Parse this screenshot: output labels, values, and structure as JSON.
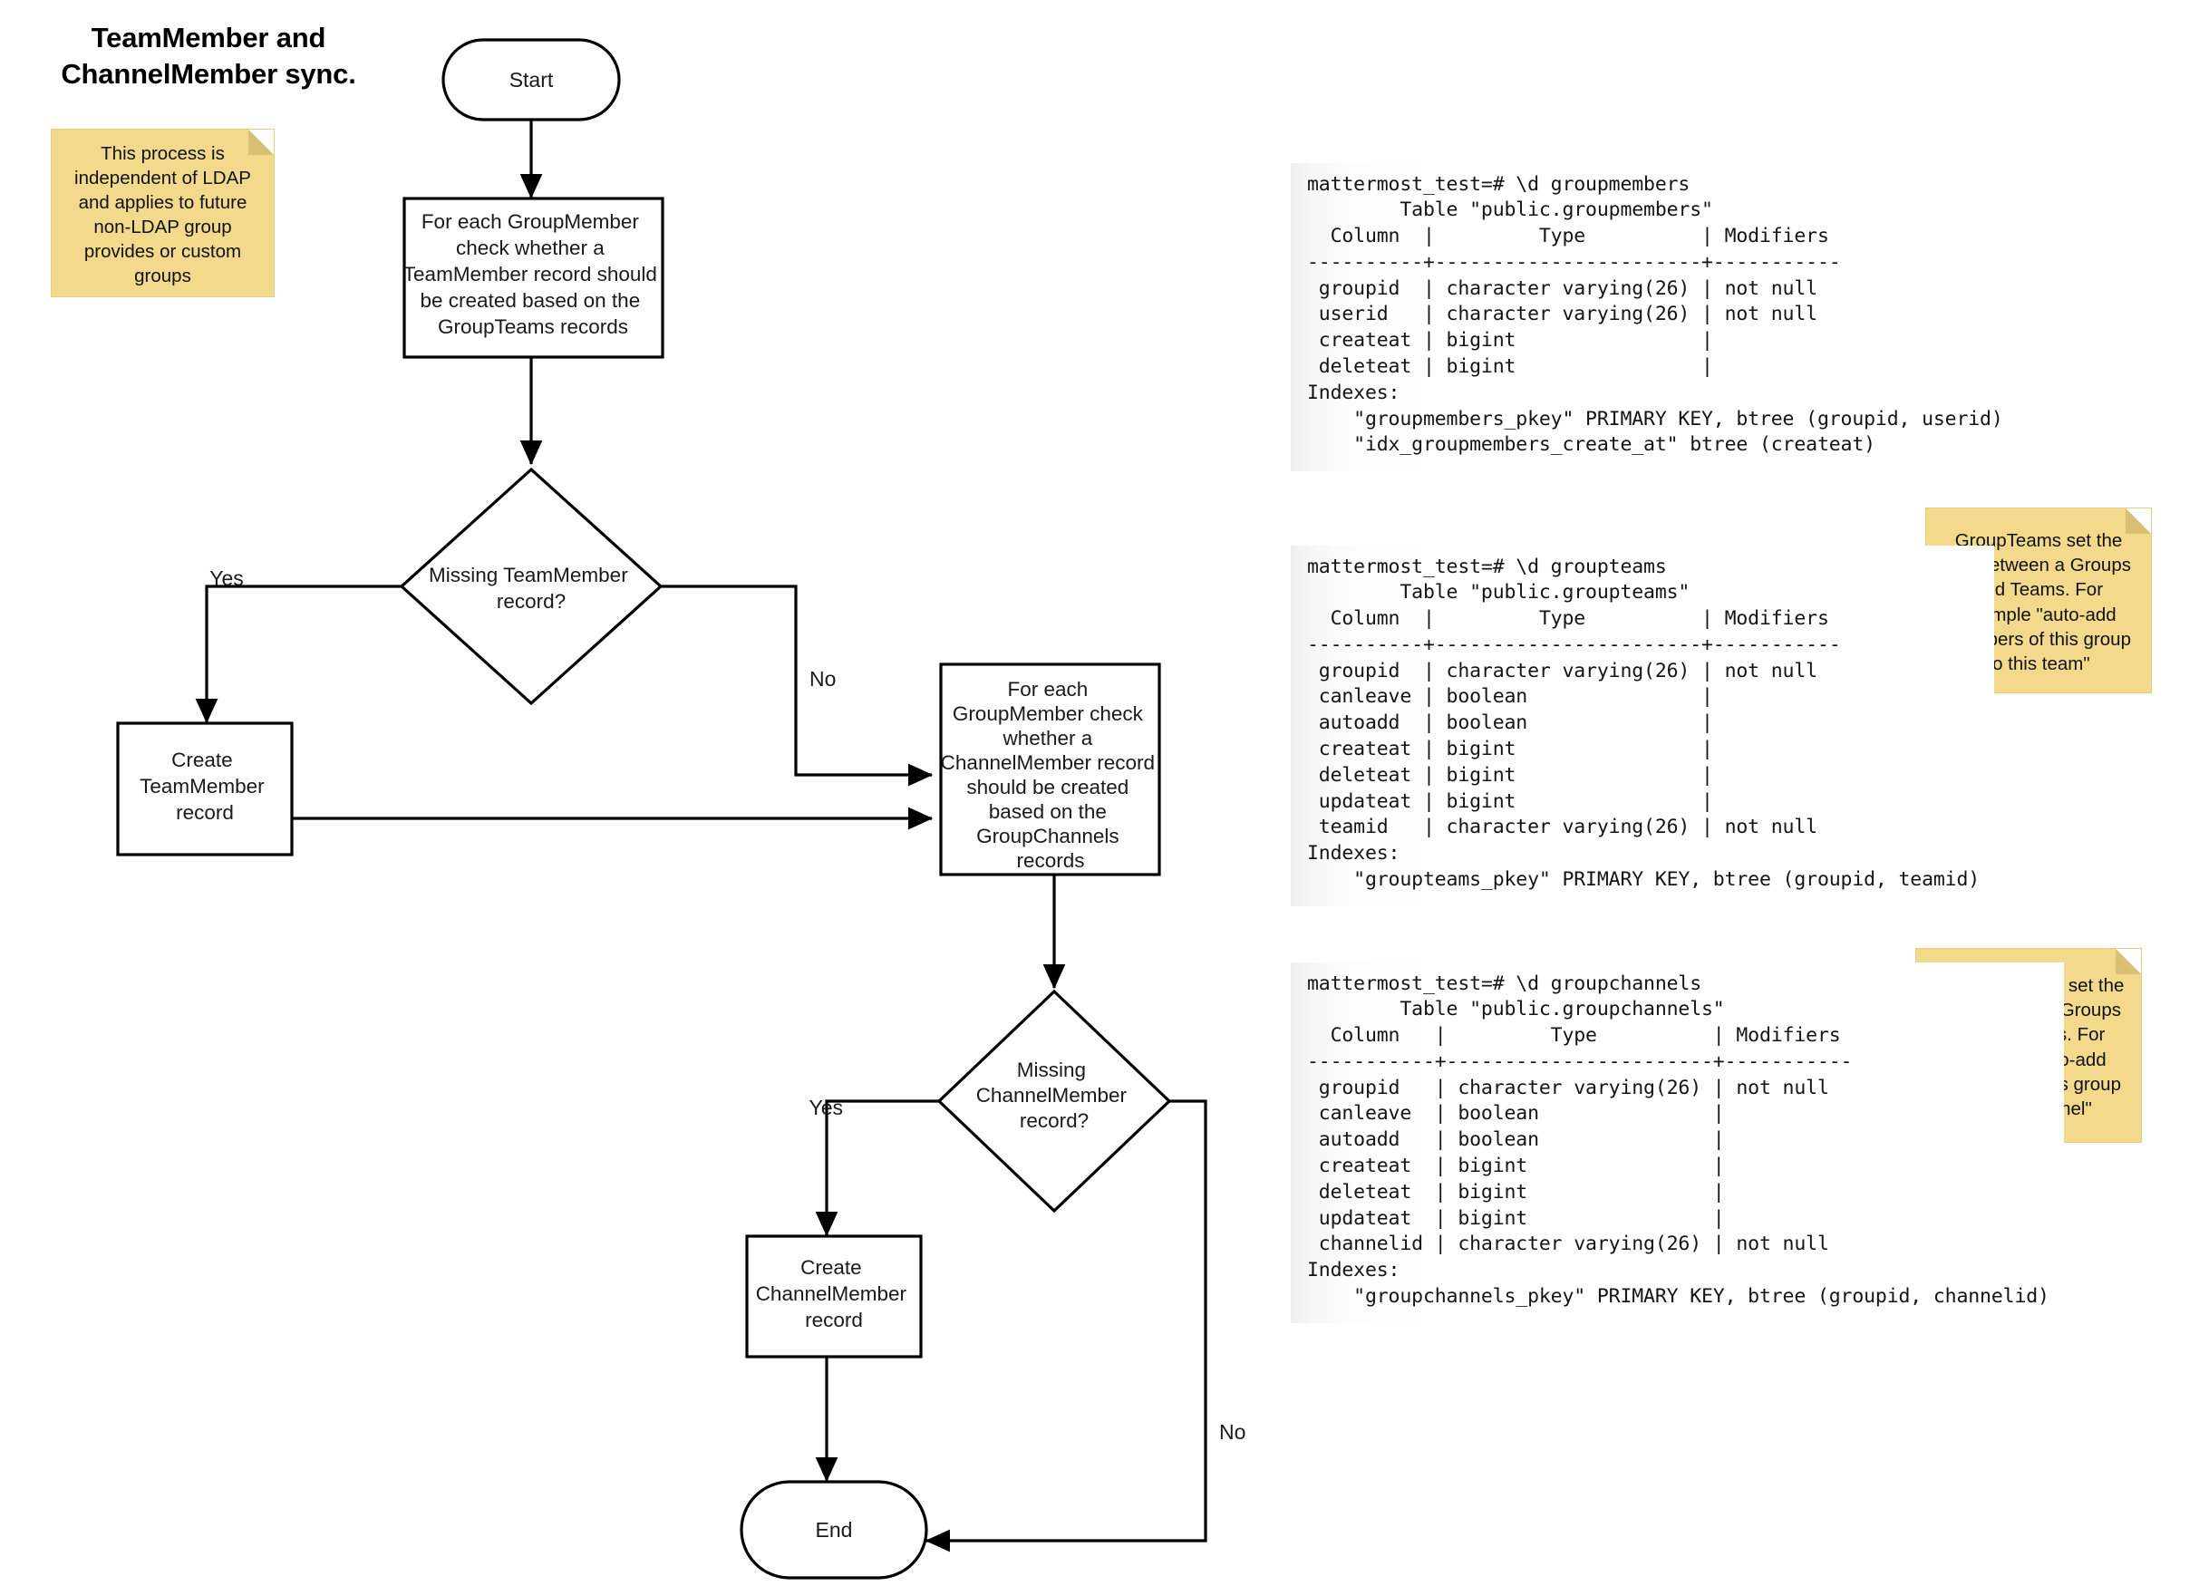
{
  "diagram": {
    "title": "TeamMember and\nChannelMember sync.",
    "nodes": {
      "start": "Start",
      "check_team": "For each GroupMember\ncheck whether a\nTeamMember record should\nbe created based on the\nGroupTeams records",
      "decision_team": "Missing TeamMember\nrecord?",
      "create_team": "Create\nTeamMember\nrecord",
      "check_channel": "For each\nGroupMember check\nwhether a\nChannelMember record\nshould be created\nbased on the\nGroupChannels\nrecords",
      "decision_channel": "Missing\nChannelMember\nrecord?",
      "create_channel": "Create\nChannelMember\nrecord",
      "end": "End"
    },
    "edge_labels": {
      "team_yes": "Yes",
      "team_no": "No",
      "channel_yes": "Yes",
      "channel_no": "No"
    }
  },
  "notes": {
    "ldap": "This process is\nindependent of LDAP\nand applies to future\nnon-LDAP group\nprovides or custom\ngroups",
    "groupteams": "GroupTeams set the\nlink between a Groups\nand Teams. For\nexample \"auto-add\nmembers of this group\nto this team\"",
    "groupchannels": "GroupChannels set the\nlink between a Groups\nand Channels. For\nexample \"auto-add\nmembers of this group\nto this channel\""
  },
  "sql": {
    "groupmembers": "mattermost_test=# \\d groupmembers\n        Table \"public.groupmembers\"\n  Column  |         Type          | Modifiers \n----------+-----------------------+-----------\n groupid  | character varying(26) | not null\n userid   | character varying(26) | not null\n createat | bigint                |\n deleteat | bigint                |\nIndexes:\n    \"groupmembers_pkey\" PRIMARY KEY, btree (groupid, userid)\n    \"idx_groupmembers_create_at\" btree (createat)",
    "groupteams": "mattermost_test=# \\d groupteams\n        Table \"public.groupteams\"\n  Column  |         Type          | Modifiers \n----------+-----------------------+-----------\n groupid  | character varying(26) | not null\n canleave | boolean               |\n autoadd  | boolean               |\n createat | bigint                |\n deleteat | bigint                |\n updateat | bigint                |\n teamid   | character varying(26) | not null\nIndexes:\n    \"groupteams_pkey\" PRIMARY KEY, btree (groupid, teamid)",
    "groupchannels": "mattermost_test=# \\d groupchannels\n        Table \"public.groupchannels\"\n  Column   |         Type          | Modifiers \n-----------+-----------------------+-----------\n groupid   | character varying(26) | not null\n canleave  | boolean               |\n autoadd   | boolean               |\n createat  | bigint                |\n deleteat  | bigint                |\n updateat  | bigint                |\n channelid | character varying(26) | not null\nIndexes:\n    \"groupchannels_pkey\" PRIMARY KEY, btree (groupid, channelid)"
  },
  "colors": {
    "sticky_fill": "#f2d98c",
    "sticky_fold": "#d8bf73",
    "stroke": "#000000",
    "node_fill": "#ffffff"
  }
}
